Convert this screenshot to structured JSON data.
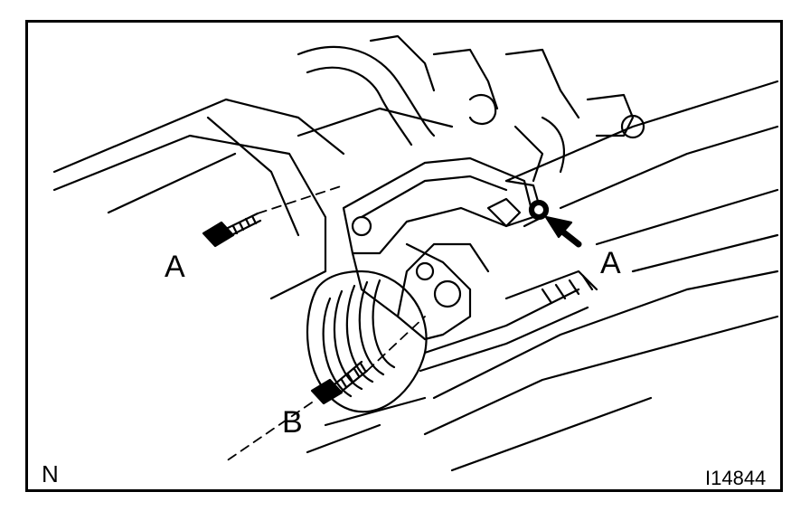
{
  "labels": {
    "bolt_a_left": "A",
    "bolt_a_right": "A",
    "bolt_b": "B"
  },
  "corner_mark": "N",
  "figure_id": "I14844",
  "colors": {
    "ink": "#000000",
    "paper": "#ffffff"
  }
}
